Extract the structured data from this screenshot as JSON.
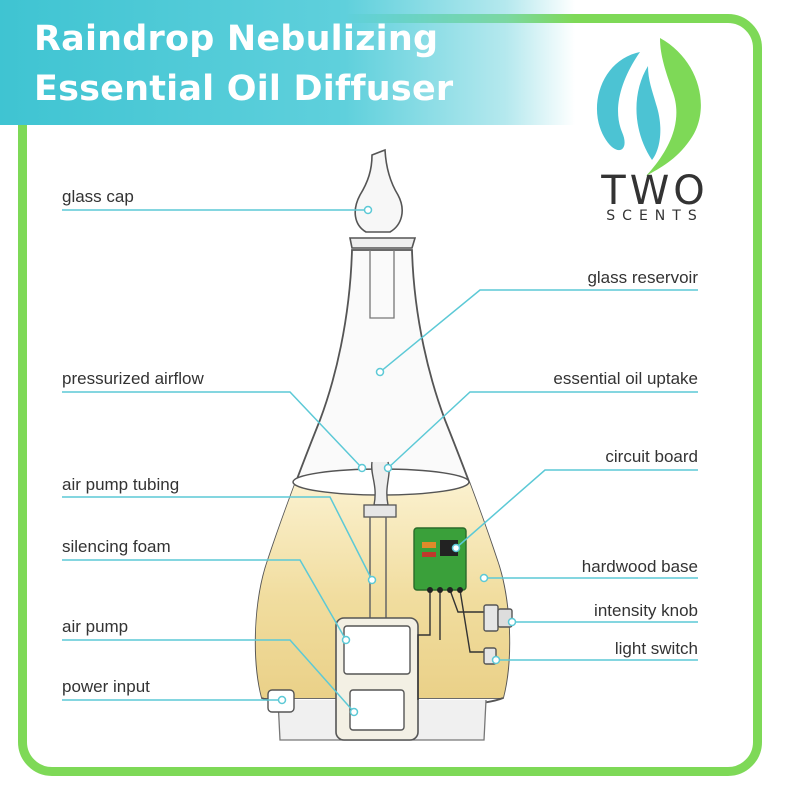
{
  "title": {
    "line1": "Raindrop Nebulizing",
    "line2": "Essential Oil Diffuser"
  },
  "logo": {
    "word": "TWO",
    "sub": "SCENTS",
    "icon": "leaf-swirl-icon"
  },
  "labels": {
    "glass_cap": "glass cap",
    "glass_reservoir": "glass reservoir",
    "pressurized_airflow": "pressurized airflow",
    "essential_oil_uptake": "essential oil uptake",
    "circuit_board": "circuit board",
    "air_pump_tubing": "air pump tubing",
    "silencing_foam": "silencing foam",
    "hardwood_base": "hardwood base",
    "air_pump": "air pump",
    "intensity_knob": "intensity knob",
    "light_switch": "light switch",
    "power_input": "power input"
  },
  "colors": {
    "frame": "#7ed957",
    "banner": "#3fc4d2",
    "leader": "#5cc9d6",
    "logo_blue": "#4cc3d3",
    "logo_green": "#7ed957",
    "wood": "#f3e0a6",
    "board": "#3aa03a"
  }
}
